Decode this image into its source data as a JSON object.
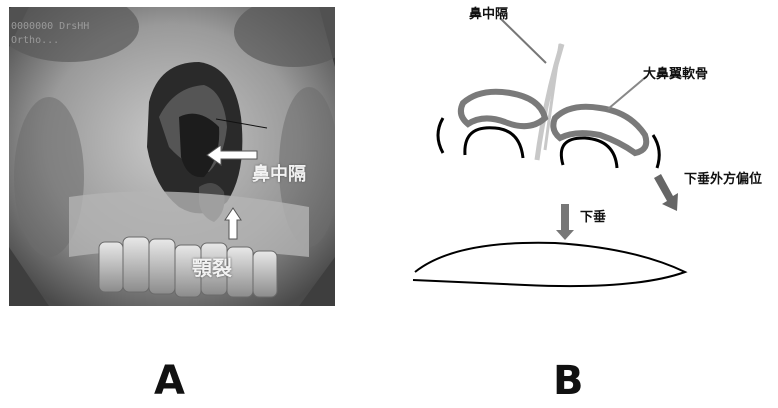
{
  "panel_a": {
    "watermark_line1": "0000000 DrsHH",
    "watermark_line2": "Ortho...",
    "label_septum": "鼻中隔",
    "label_cleft": "顎裂",
    "panel_letter": "A"
  },
  "panel_b": {
    "label_septum": "鼻中隔",
    "label_alar_cartilage": "大鼻翼軟骨",
    "label_droop": "下垂",
    "label_droop_lateral": "下垂外方偏位",
    "panel_letter": "B"
  },
  "colors": {
    "arrow_fill": "#777777",
    "septum_stroke": "#c8c8c8",
    "cartilage_stroke": "#7a7a7a",
    "line_stroke": "#000000"
  }
}
